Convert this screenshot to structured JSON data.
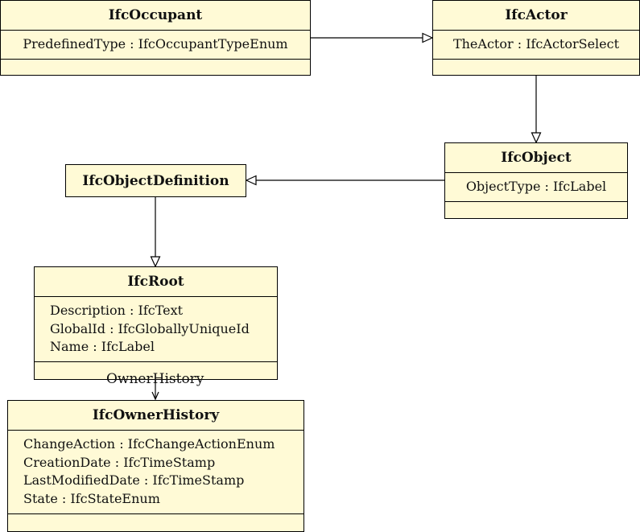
{
  "classes": {
    "occupant": {
      "name": "IfcOccupant",
      "attributes": [
        "PredefinedType : IfcOccupantTypeEnum"
      ]
    },
    "actor": {
      "name": "IfcActor",
      "attributes": [
        "TheActor : IfcActorSelect"
      ]
    },
    "object": {
      "name": "IfcObject",
      "attributes": [
        "ObjectType : IfcLabel"
      ]
    },
    "object_definition": {
      "name": "IfcObjectDefinition"
    },
    "root": {
      "name": "IfcRoot",
      "attributes": [
        "Description : IfcText",
        "GlobalId : IfcGloballyUniqueId",
        "Name : IfcLabel"
      ]
    },
    "owner_history": {
      "name": "IfcOwnerHistory",
      "attributes": [
        "ChangeAction : IfcChangeActionEnum",
        "CreationDate : IfcTimeStamp",
        "LastModifiedDate : IfcTimeStamp",
        "State : IfcStateEnum"
      ]
    }
  },
  "associations": {
    "owner_history_label": "OwnerHistory"
  }
}
